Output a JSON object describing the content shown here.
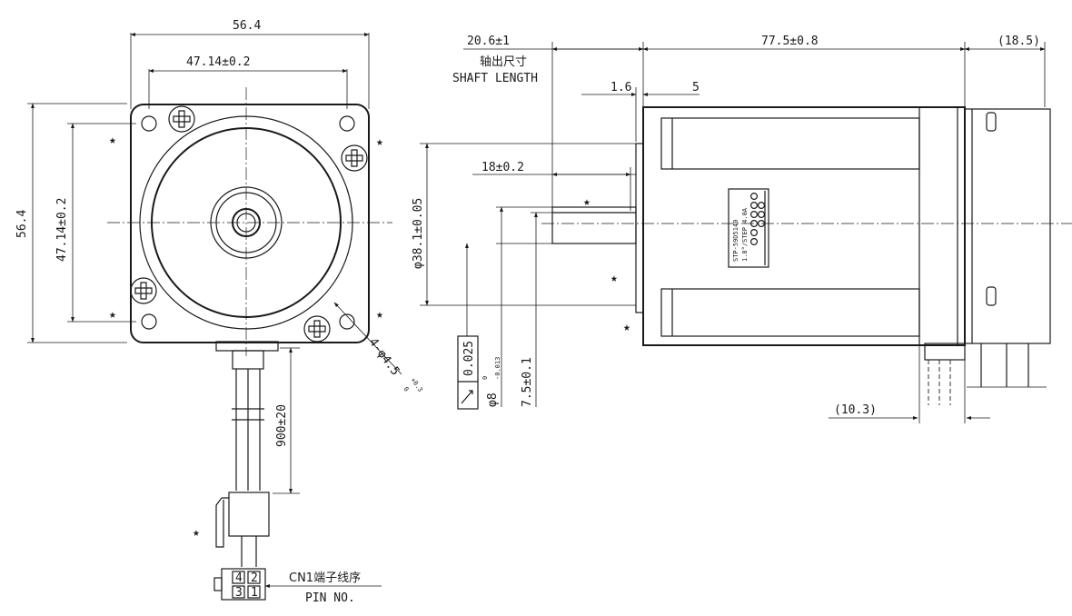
{
  "front_view": {
    "overall_width": "56.4",
    "hole_spacing_x": "47.14±0.2",
    "overall_height": "56.4",
    "hole_spacing_y": "47.14±0.2",
    "mounting_holes": "4-φ4.5",
    "hole_tol_upper": "+0.3",
    "hole_tol_lower": "0",
    "lead_length": "900±20"
  },
  "side_view": {
    "shaft_length": "20.6±1",
    "shaft_length_cn": "轴出尺寸",
    "shaft_length_en": "SHAFT LENGTH",
    "body_length": "77.5±0.8",
    "rear_length": "(18.5)",
    "flange_thickness": "1.6",
    "boss_to_body": "5",
    "flat_length": "18±0.2",
    "pilot_diameter": "φ38.1±0.05",
    "runout": "0.025",
    "shaft_diameter": "φ8",
    "shaft_tol_upper": "0",
    "shaft_tol_lower": "-0.013",
    "flat_depth": "7.5±0.1",
    "rear_offset": "(10.3)"
  },
  "label": {
    "model": "STP-59D5140",
    "rating": "1.8°/STEP 4.0A"
  },
  "connector": {
    "title_cn": "CN1端子线序",
    "title_en": "PIN NO.",
    "pins": [
      "4",
      "2",
      "3",
      "1"
    ]
  },
  "markers": {
    "star": "★"
  }
}
